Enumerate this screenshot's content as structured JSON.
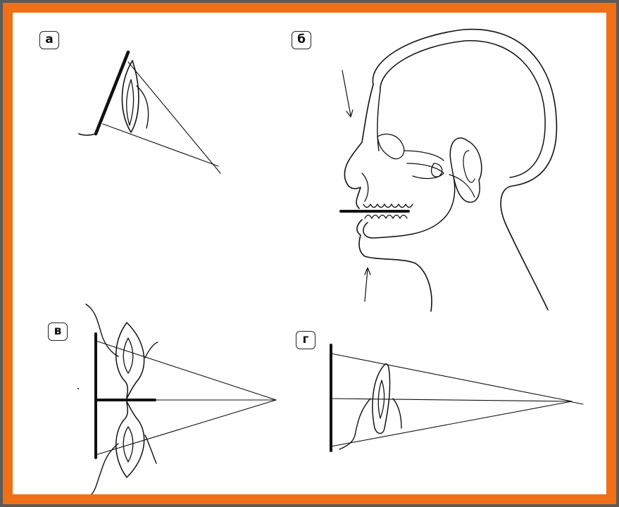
{
  "panels": {
    "a": {
      "label": "а"
    },
    "b": {
      "label": "б"
    },
    "v": {
      "label": "в"
    },
    "g": {
      "label": "г"
    }
  },
  "colors": {
    "frame": "#f07018",
    "background_outer": "#5b5b59",
    "line": "#111111"
  }
}
